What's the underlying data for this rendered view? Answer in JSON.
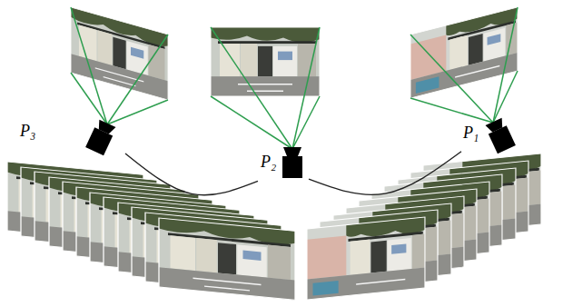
{
  "diagram": {
    "nodes": [
      {
        "text": [
          "P₃"
        ]
      },
      {
        "text": [
          "P₂"
        ]
      },
      {
        "text": [
          "P₁"
        ]
      }
    ],
    "edges": [
      {
        "from": 0,
        "to": 1,
        "arrow": "none"
      },
      {
        "from": 1,
        "to": 2,
        "arrow": "none"
      }
    ]
  }
}
